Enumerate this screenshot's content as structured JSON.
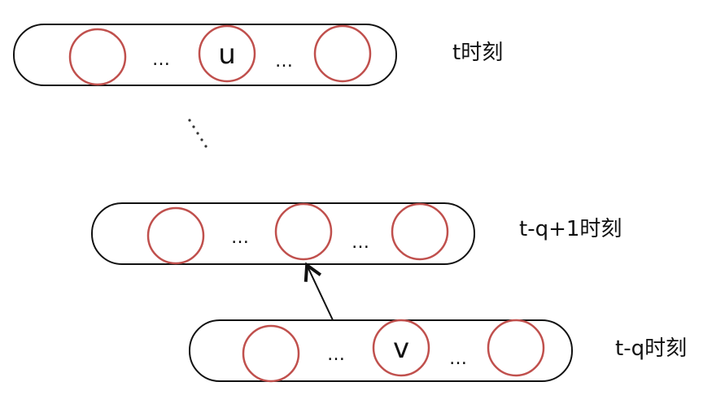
{
  "layers": [
    {
      "id": "top",
      "time_label": "t时刻",
      "nodes": [
        "",
        "u",
        ""
      ],
      "ellipsis": [
        "…",
        "…"
      ]
    },
    {
      "id": "middle",
      "time_label": "t-q+1时刻",
      "nodes": [
        "",
        "",
        ""
      ],
      "ellipsis": [
        "…",
        "…"
      ]
    },
    {
      "id": "bottom",
      "time_label": "t-q时刻",
      "nodes": [
        "",
        "v",
        ""
      ],
      "ellipsis": [
        "…",
        "…"
      ]
    }
  ],
  "colors": {
    "node_stroke": "#c0504d",
    "capsule_stroke": "#111111",
    "arrow": "#111111"
  },
  "edge": {
    "from": "bottom.node.1",
    "to": "middle.node.1",
    "icon": "arrow-up"
  }
}
